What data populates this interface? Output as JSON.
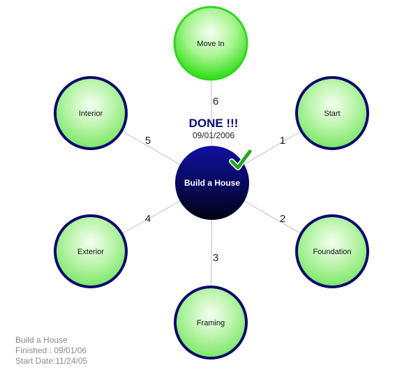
{
  "center": {
    "label": "Build a House",
    "status": "DONE !!!",
    "date": "09/01/2006"
  },
  "nodes": [
    {
      "label": "Start",
      "step": "1"
    },
    {
      "label": "Foundation",
      "step": "2"
    },
    {
      "label": "Framing",
      "step": "3"
    },
    {
      "label": "Exterior",
      "step": "4"
    },
    {
      "label": "Interior",
      "step": "5"
    },
    {
      "label": "Move In",
      "step": "6"
    }
  ],
  "info": {
    "title": "Build a House",
    "finished": "Finished : 09/01/06",
    "start": "Start Date:11/24/05"
  },
  "colors": {
    "node_border": "#0a0a6e",
    "node_border_active": "#2ad41a",
    "node_fill": "#9ef08e",
    "center_fill": "#0a0a8a",
    "check": "#2aa520"
  }
}
